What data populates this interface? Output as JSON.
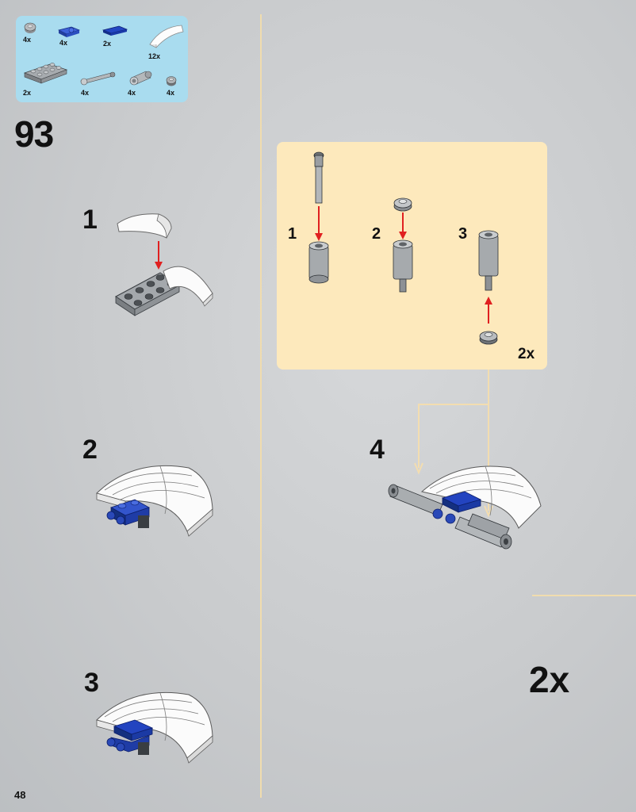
{
  "page": {
    "step_number": "93",
    "page_number": "48",
    "global_multiplier": "2x"
  },
  "parts_list": [
    {
      "qty": "4x",
      "icon": "round-plate-icon"
    },
    {
      "qty": "4x",
      "icon": "blue-clip-plate-icon"
    },
    {
      "qty": "2x",
      "icon": "blue-tile-icon"
    },
    {
      "qty": "12x",
      "icon": "white-curved-slope-icon"
    },
    {
      "qty": "2x",
      "icon": "gray-plate-2x4-icon"
    },
    {
      "qty": "4x",
      "icon": "bar-with-pin-icon"
    },
    {
      "qty": "4x",
      "icon": "gray-cylinder-icon"
    },
    {
      "qty": "4x",
      "icon": "round-plate-small-icon"
    }
  ],
  "sub_steps": [
    "1",
    "2",
    "3",
    "4"
  ],
  "callout": {
    "steps": [
      "1",
      "2",
      "3"
    ],
    "multiplier": "2x"
  },
  "colors": {
    "parts_box": "#a9dcef",
    "callout_box": "#fde9bc",
    "divider": "#f0dcae",
    "arrow": "#e02020",
    "brick_blue": "#1f3fb5",
    "brick_white": "#f7f7f7",
    "brick_gray": "#9ea2a6"
  }
}
